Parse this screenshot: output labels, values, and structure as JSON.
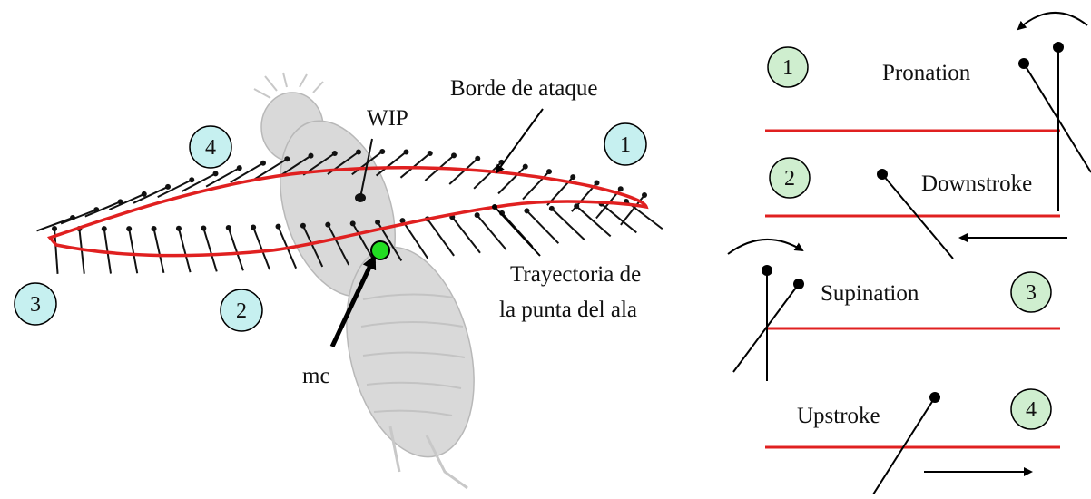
{
  "colors": {
    "trajectory": "#e02020",
    "phase_circle_blue": "#c6f0f0",
    "phase_circle_green": "#cfeecf",
    "mc_marker": "#22dd22",
    "fly_body": "#d9d9d9",
    "wing_chord": "#111111",
    "arrow": "#000000"
  },
  "left_panel": {
    "labels": {
      "wip": "WIP",
      "leading_edge": "Borde de ataque",
      "trajectory_line1": "Trayectoria de",
      "trajectory_line2": "la punta del ala",
      "mc": "mc"
    },
    "phase_markers": [
      {
        "number": "1"
      },
      {
        "number": "2"
      },
      {
        "number": "3"
      },
      {
        "number": "4"
      }
    ]
  },
  "right_panel": {
    "phases": [
      {
        "number": "1",
        "label": "Pronation",
        "arrow": "curved-counterclockwise"
      },
      {
        "number": "2",
        "label": "Downstroke",
        "arrow": "left"
      },
      {
        "number": "3",
        "label": "Supination",
        "arrow": "curved-clockwise"
      },
      {
        "number": "4",
        "label": "Upstroke",
        "arrow": "right"
      }
    ]
  }
}
